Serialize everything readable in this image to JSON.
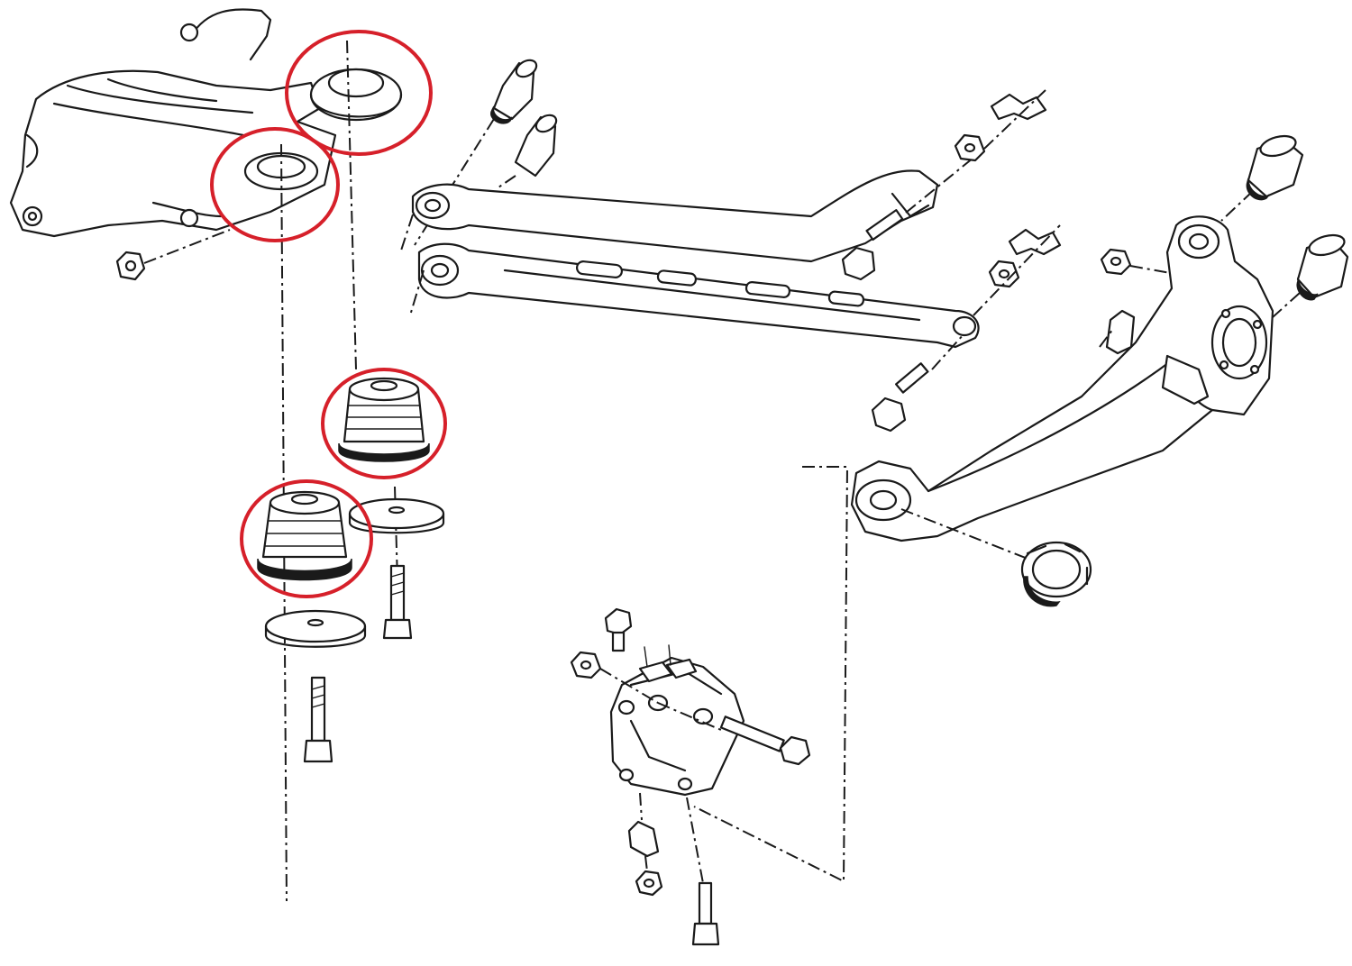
{
  "diagram": {
    "highlight_color": "#d6202a",
    "line_color": "#1a1a1a",
    "background": "#ffffff",
    "highlighted_parts": [
      "subframe-upper-mount-front",
      "subframe-upper-mount-rear",
      "subframe-lower-bushing-rear",
      "subframe-lower-bushing-front"
    ],
    "highlighted_count": 4
  }
}
